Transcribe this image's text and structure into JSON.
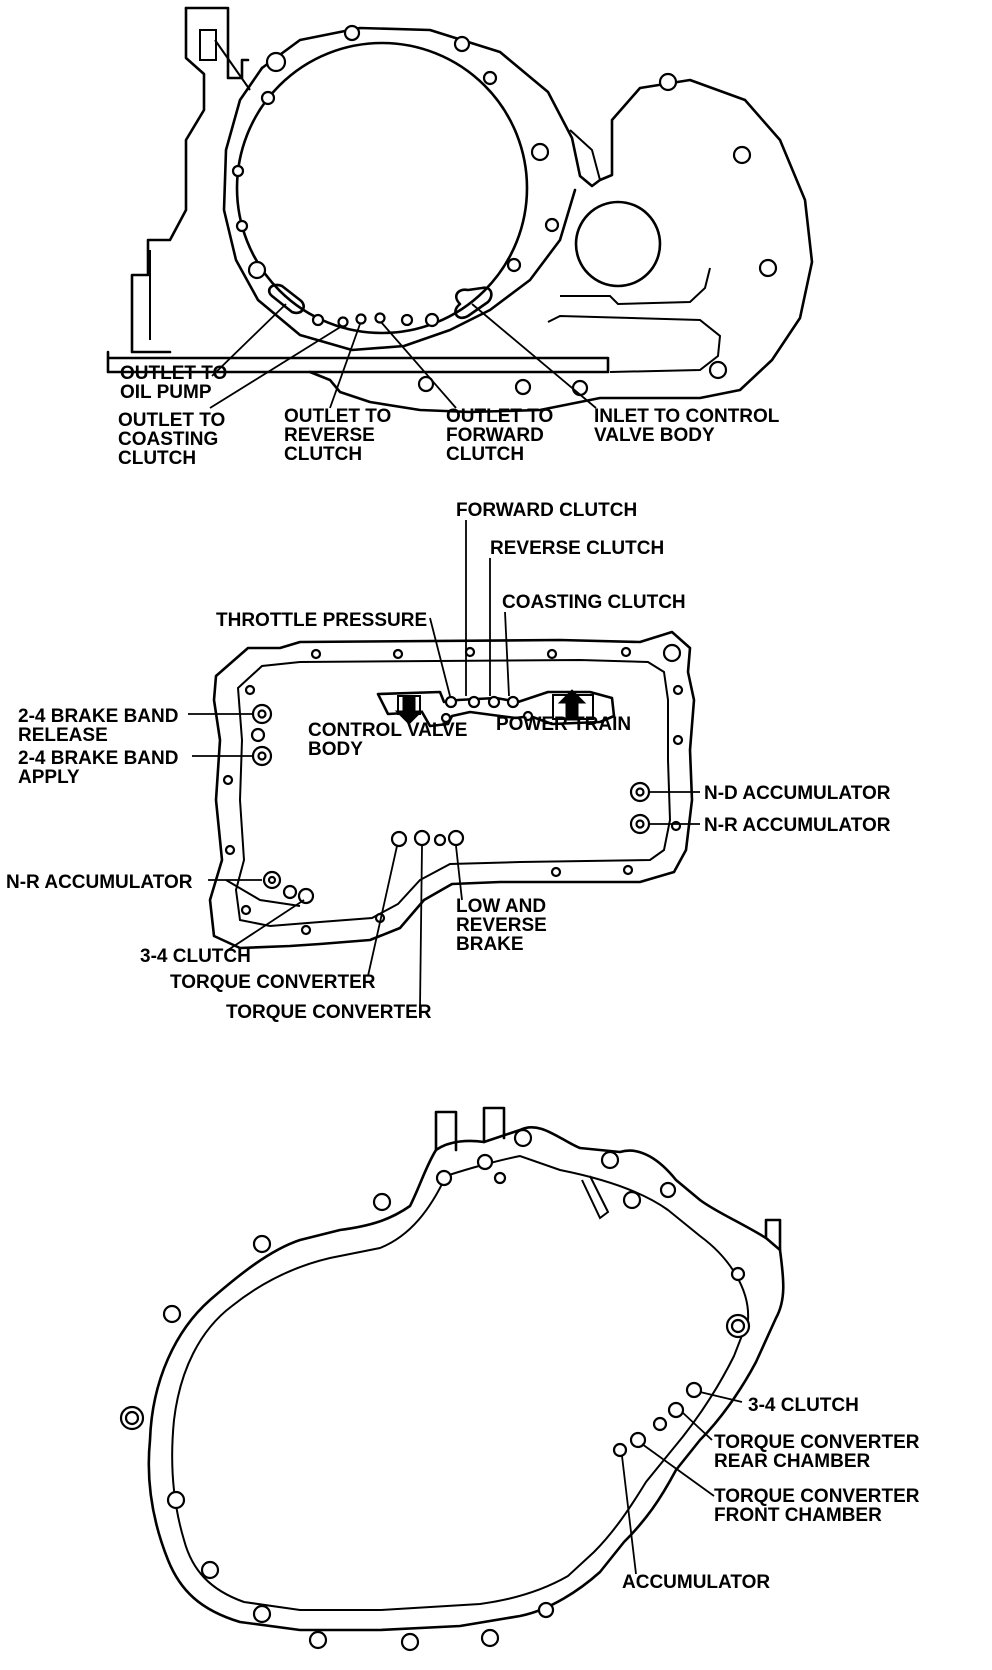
{
  "top_view": {
    "labels": {
      "outlet_oil_pump": [
        "OUTLET TO",
        "OIL PUMP"
      ],
      "outlet_coasting_clutch": [
        "OUTLET TO",
        "COASTING",
        "CLUTCH"
      ],
      "outlet_reverse_clutch": [
        "OUTLET TO",
        "REVERSE",
        "CLUTCH"
      ],
      "outlet_forward_clutch": [
        "OUTLET TO",
        "FORWARD",
        "CLUTCH"
      ],
      "inlet_control_valve_body": [
        "INLET TO CONTROL",
        "VALVE BODY"
      ]
    }
  },
  "middle_view": {
    "labels": {
      "forward_clutch": "FORWARD CLUTCH",
      "reverse_clutch": "REVERSE CLUTCH",
      "coasting_clutch": "COASTING CLUTCH",
      "throttle_pressure": "THROTTLE PRESSURE",
      "brake_band_release": [
        "2-4 BRAKE BAND",
        "RELEASE"
      ],
      "brake_band_apply": [
        "2-4 BRAKE BAND",
        "APPLY"
      ],
      "control_valve_body": [
        "CONTROL VALVE",
        "BODY"
      ],
      "power_train": "POWER TRAIN",
      "nd_accumulator": "N-D ACCUMULATOR",
      "nr_accumulator_right": "N-R ACCUMULATOR",
      "nr_accumulator_left": "N-R ACCUMULATOR",
      "clutch_34": "3-4 CLUTCH",
      "torque_converter_1": "TORQUE CONVERTER",
      "torque_converter_2": "TORQUE CONVERTER",
      "low_reverse_brake": [
        "LOW AND",
        "REVERSE",
        "BRAKE"
      ]
    }
  },
  "bottom_view": {
    "labels": {
      "clutch_34": "3-4 CLUTCH",
      "tc_rear_chamber": [
        "TORQUE CONVERTER",
        "REAR CHAMBER"
      ],
      "tc_front_chamber": [
        "TORQUE CONVERTER",
        "FRONT CHAMBER"
      ],
      "accumulator": "ACCUMULATOR"
    }
  }
}
